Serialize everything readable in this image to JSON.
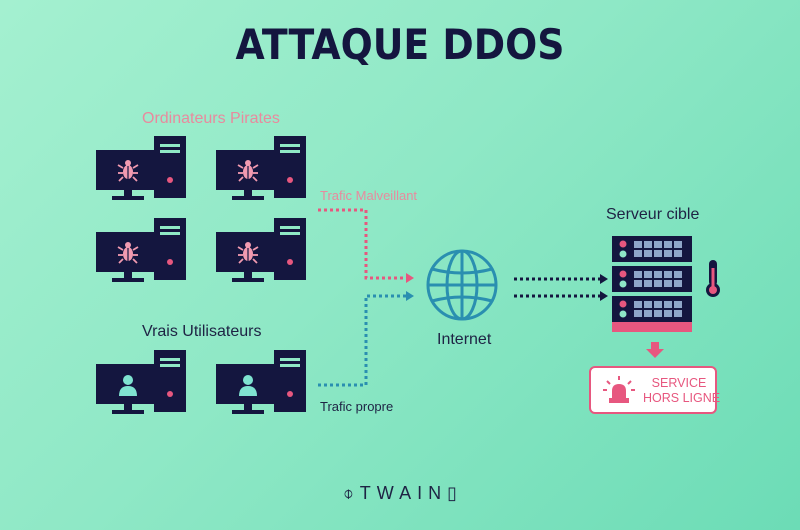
{
  "title": "ATTAQUE DDOS",
  "labels": {
    "pirates": "Ordinateurs Pirates",
    "real_users": "Vrais Utilisateurs",
    "malicious": "Trafic Malveillant",
    "clean": "Trafic propre",
    "internet": "Internet",
    "target": "Serveur cible"
  },
  "alert": {
    "line1": "SERVICE",
    "line2": "HORS LIGNE"
  },
  "brand": "TWAIN",
  "colors": {
    "dark": "#14163f",
    "pink": "#e7577f",
    "malicious_line": "#e7577f",
    "clean_line": "#2a8fb0",
    "globe": "#2a8fb0",
    "user_icon": "#7fe3d0"
  }
}
